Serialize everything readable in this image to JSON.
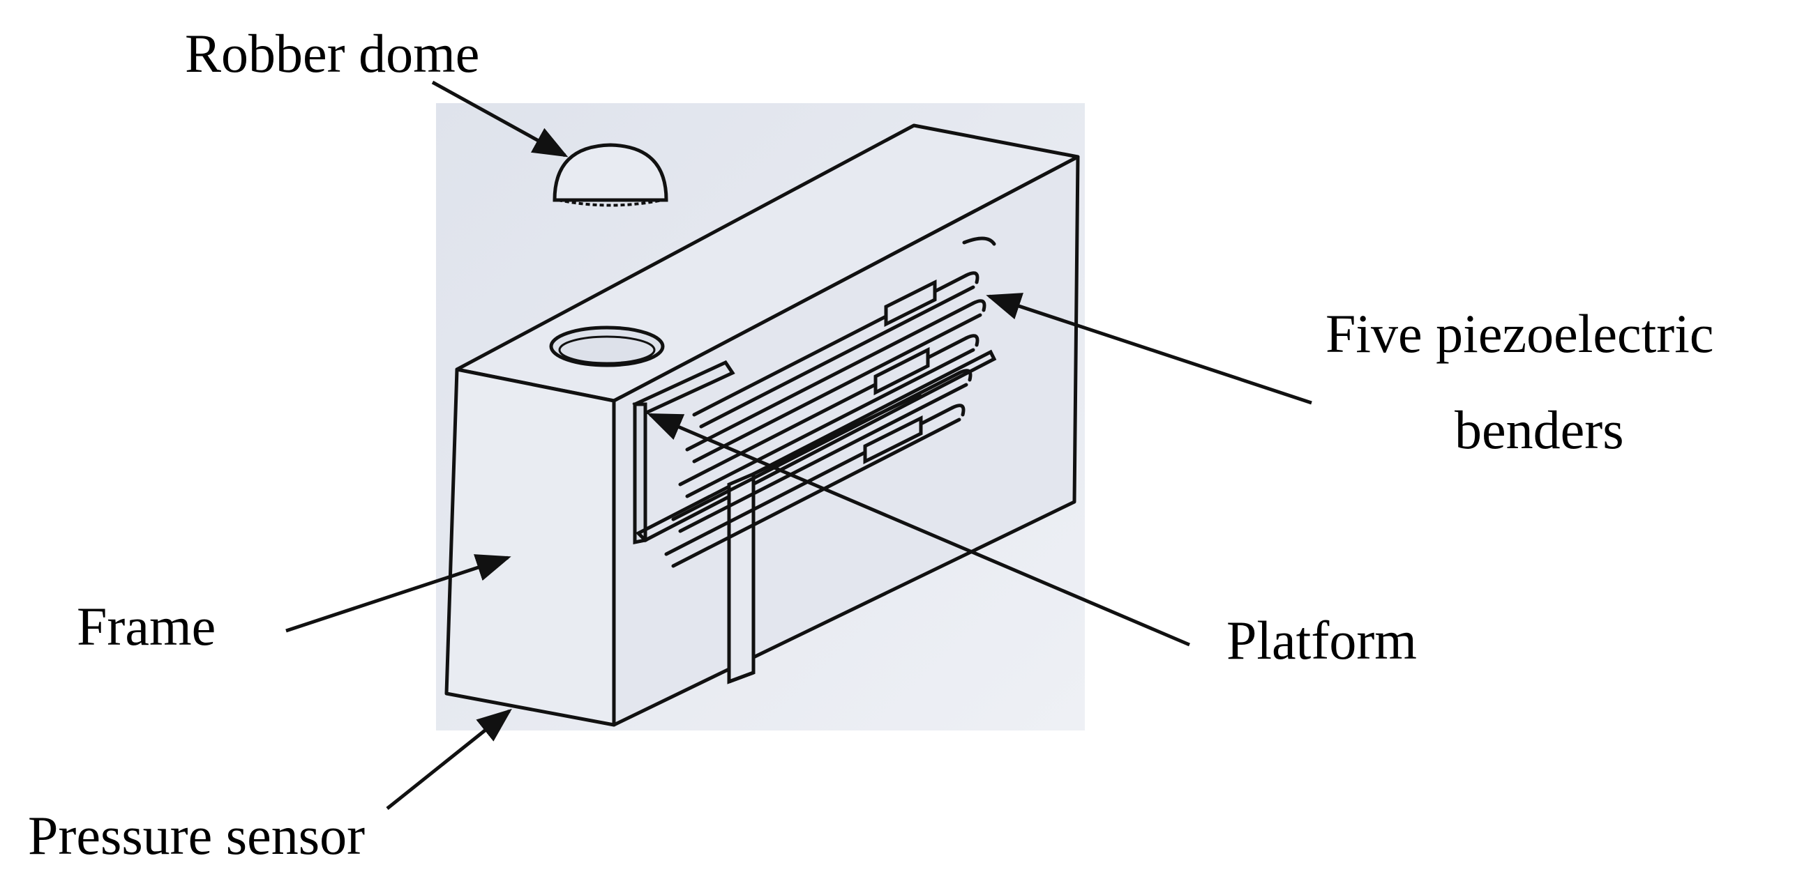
{
  "labels": {
    "robber_dome": "Robber dome",
    "benders_line1": "Five piezoelectric",
    "benders_line2": "benders",
    "frame": "Frame",
    "platform": "Platform",
    "pressure_sensor": "Pressure sensor"
  },
  "colors": {
    "background_panel": "#e4e7ef",
    "line": "#111111"
  }
}
